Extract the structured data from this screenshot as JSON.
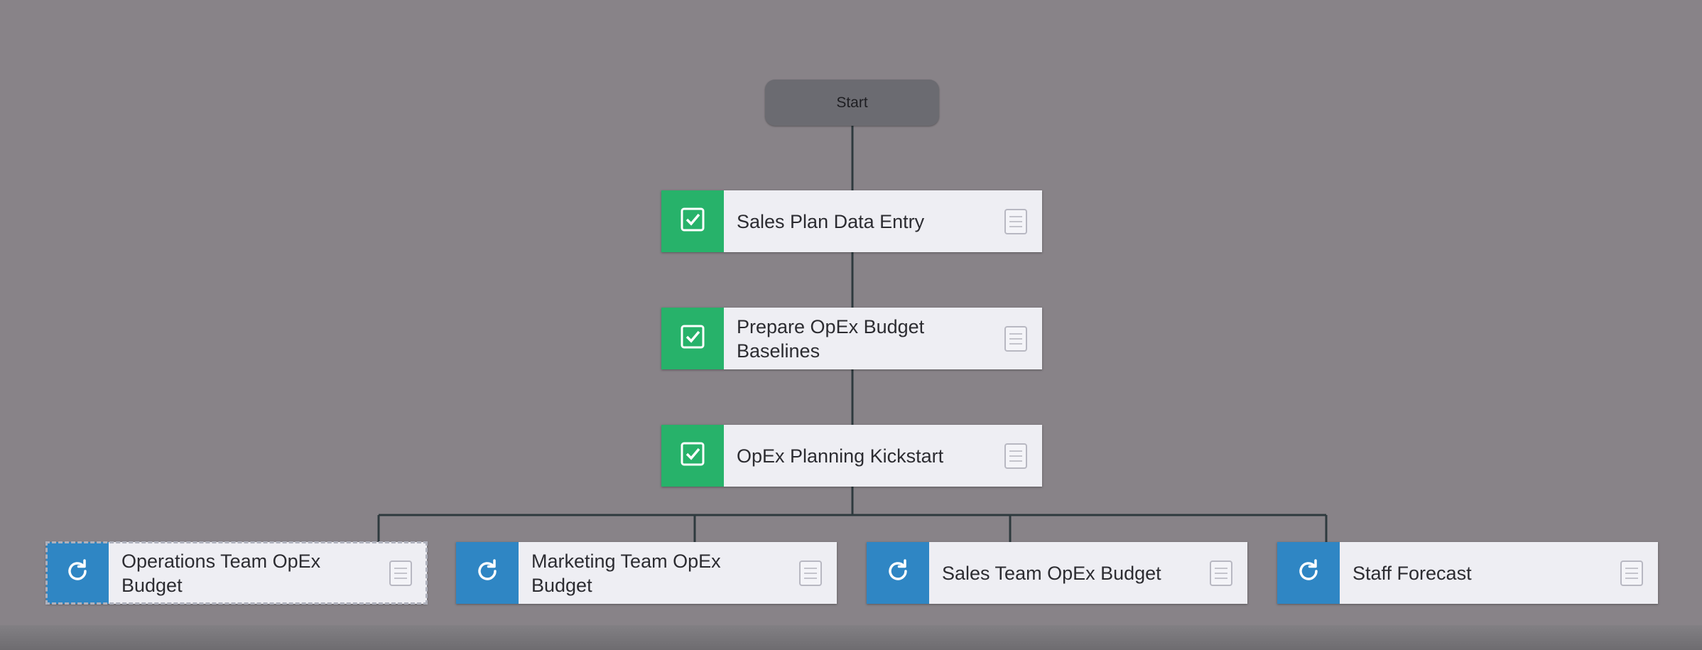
{
  "start_node": {
    "label": "Start"
  },
  "tasks": [
    {
      "label": "Sales Plan Data Entry",
      "status": "complete",
      "status_icon": "checkbox-checked-icon",
      "doc_icon": "document-icon"
    },
    {
      "label": "Prepare OpEx Budget Baselines",
      "status": "complete",
      "status_icon": "checkbox-checked-icon",
      "doc_icon": "document-icon"
    },
    {
      "label": "OpEx Planning Kickstart",
      "status": "complete",
      "status_icon": "checkbox-checked-icon",
      "doc_icon": "document-icon"
    },
    {
      "label": "Operations Team OpEx Budget",
      "status": "in-progress",
      "status_icon": "refresh-icon",
      "doc_icon": "document-icon"
    },
    {
      "label": "Marketing Team OpEx Budget",
      "status": "in-progress",
      "status_icon": "refresh-icon",
      "doc_icon": "document-icon"
    },
    {
      "label": "Sales Team OpEx Budget",
      "status": "in-progress",
      "status_icon": "refresh-icon",
      "doc_icon": "document-icon"
    },
    {
      "label": "Staff Forecast",
      "status": "in-progress",
      "status_icon": "refresh-icon",
      "doc_icon": "document-icon"
    }
  ],
  "colors": {
    "background": "#888388",
    "complete": "#27b26a",
    "in_progress": "#2f86c4",
    "start_node": "#6b6b71",
    "connector": "#2e3a3e"
  }
}
